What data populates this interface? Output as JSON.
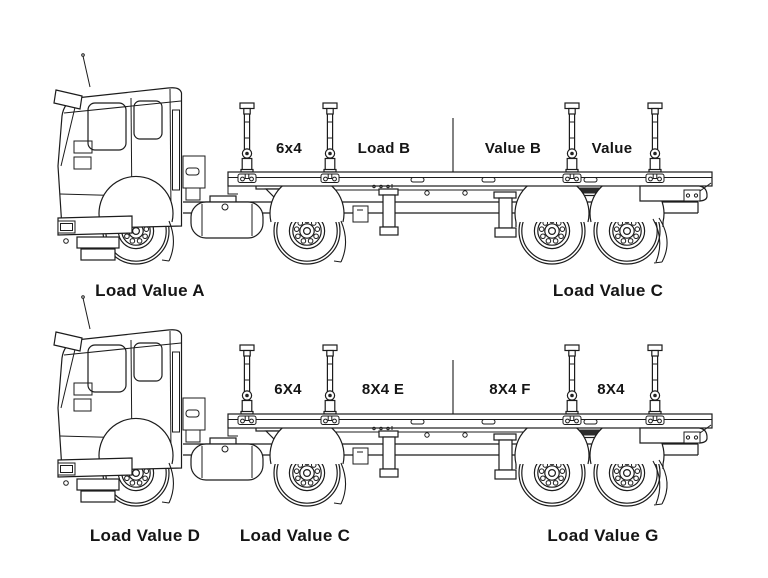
{
  "canvas": {
    "background": "#ffffff",
    "ink": "#1c1c1c"
  },
  "trucks": [
    {
      "id": "top-truck",
      "deck_labels": [
        "6x4",
        "Load B",
        "Value B",
        "Value"
      ],
      "captions": [
        "Load Value A",
        "Load Value C"
      ]
    },
    {
      "id": "bottom-truck",
      "deck_labels": [
        "6X4",
        "8X4 E",
        "8X4 F",
        "8X4"
      ],
      "captions": [
        "Load Value D",
        "Load Value C",
        "Load Value G"
      ]
    }
  ]
}
